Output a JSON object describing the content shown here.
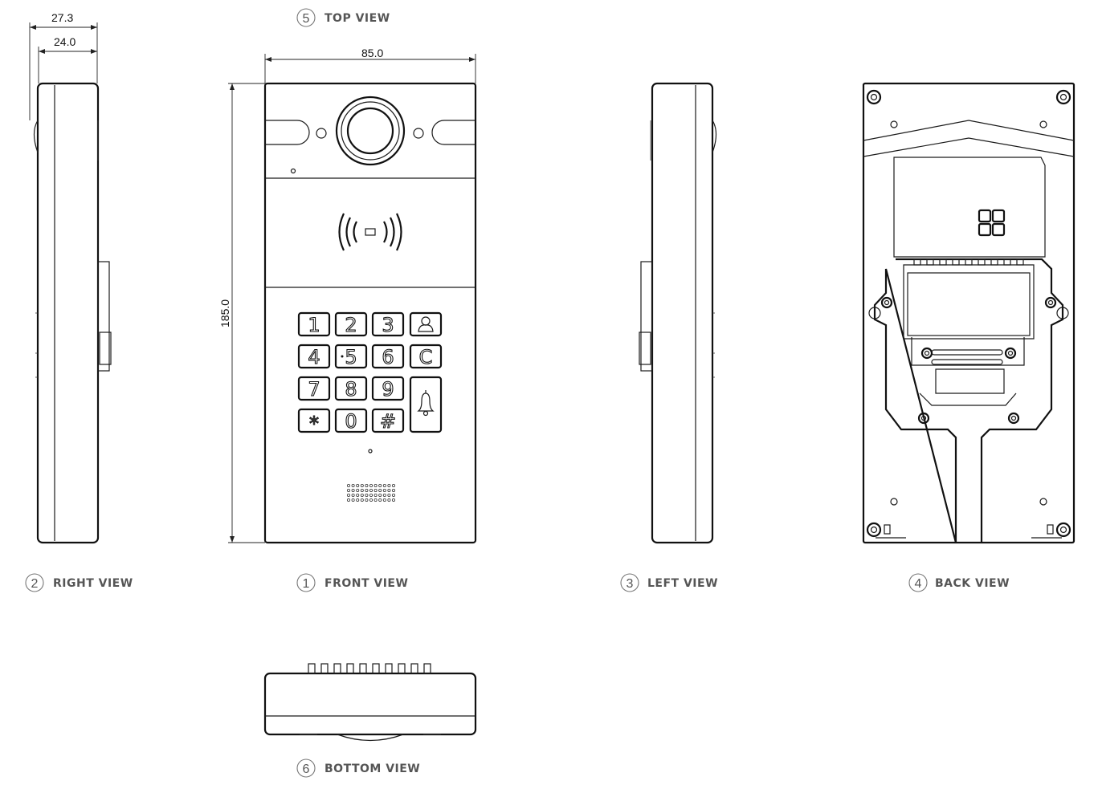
{
  "dimensions": {
    "overall_depth": "27.3",
    "body_depth": "24.0",
    "width": "85.0",
    "height": "185.0"
  },
  "views": [
    {
      "number": "5",
      "title": "TOP VIEW"
    },
    {
      "number": "2",
      "title": "RIGHT VIEW"
    },
    {
      "number": "1",
      "title": "FRONT VIEW"
    },
    {
      "number": "3",
      "title": "LEFT VIEW"
    },
    {
      "number": "4",
      "title": "BACK VIEW"
    },
    {
      "number": "6",
      "title": "BOTTOM VIEW"
    }
  ],
  "keypad": {
    "rows": [
      [
        "1",
        "2",
        "3",
        "concierge"
      ],
      [
        "4",
        "5",
        "6",
        "C"
      ],
      [
        "7",
        "8",
        "9",
        "bell"
      ],
      [
        "*",
        "0",
        "#"
      ]
    ],
    "icons": {
      "concierge": "concierge-icon",
      "bell": "bell-icon"
    }
  },
  "colors": {
    "line": "#1a1a1a",
    "label": "#555555"
  }
}
